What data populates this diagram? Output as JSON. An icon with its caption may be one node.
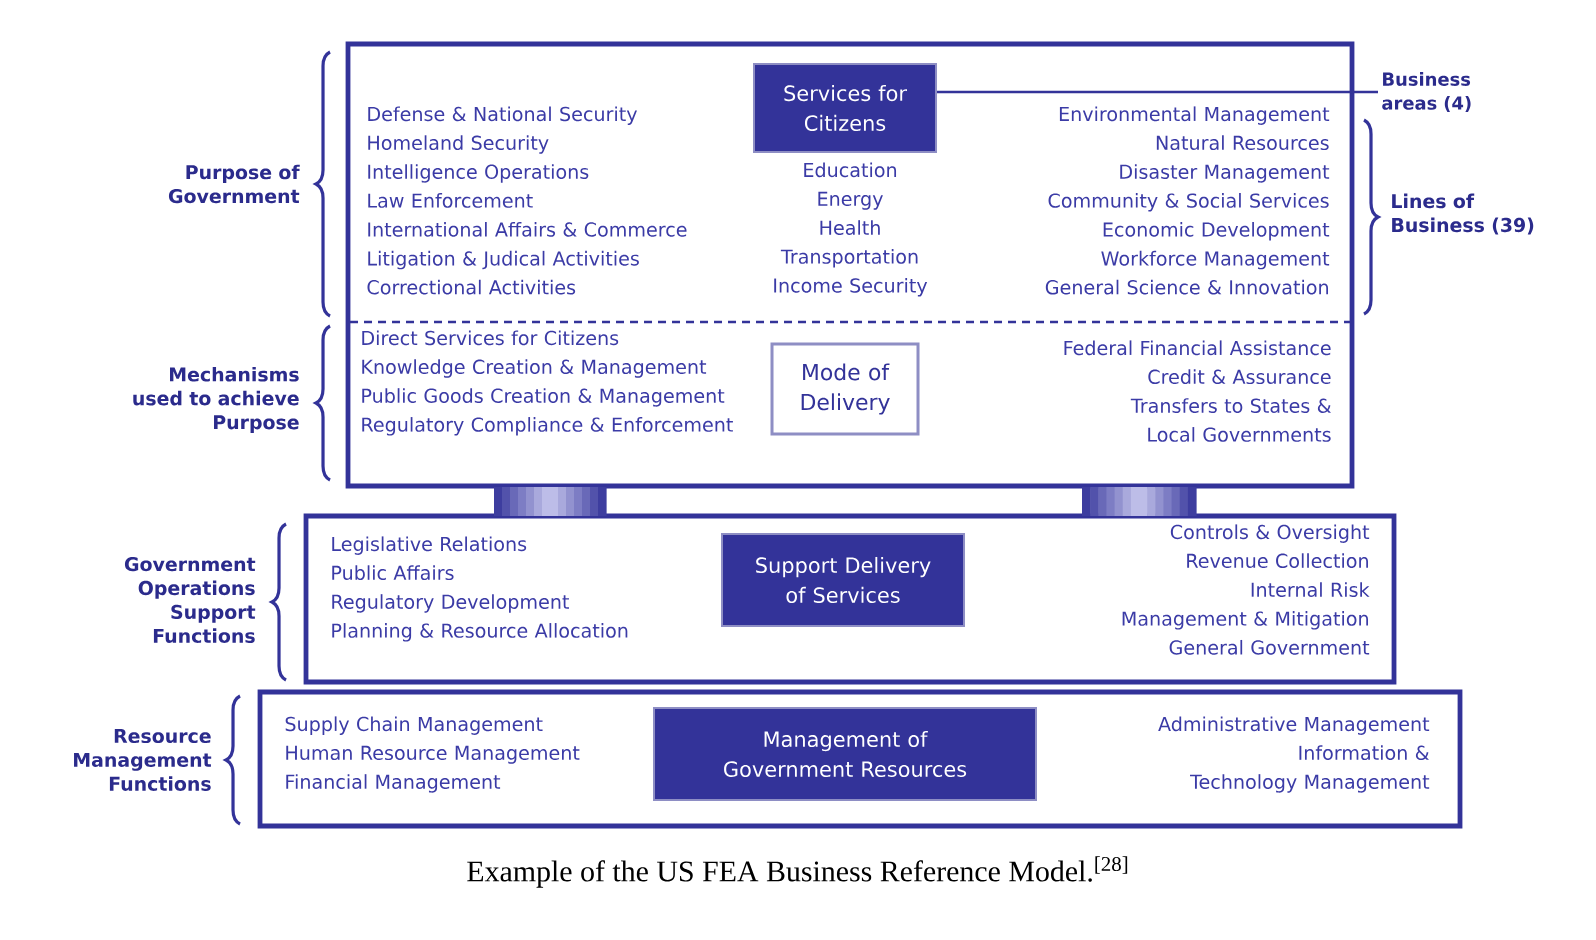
{
  "diagram": {
    "caption": "Example of the US FEA Business Reference Model.$^{[28]}$",
    "nodes": [
      {
        "text": [],
        "shape": "box"
      },
      {
        "text": [
          "Services for Citizens"
        ],
        "in": 0
      },
      {
        "text": [
          "Mode of Delivery"
        ],
        "in": 0
      },
      {
        "text": [],
        "shape": "box"
      },
      {
        "text": [
          "Support Delivery of Services"
        ],
        "in": 3
      },
      {
        "text": [],
        "shape": "box"
      },
      {
        "text": [
          "Management of Government Resources"
        ],
        "in": 5
      },
      {
        "text": [
          "Business areas (4)"
        ]
      }
    ],
    "edges": [
      {
        "from": 1,
        "to": 7,
        "arrow": "none"
      }
    ],
    "labels": [
      "Purpose of Government",
      "Defense & National Security",
      "Homeland Security",
      "Intelligence Operations",
      "Law Enforcement",
      "International Affairs & Commerce",
      "Litigation & Judical Activities",
      "Correctional Activities",
      "Education",
      "Energy",
      "Health",
      "Transportation",
      "Income Security",
      "Environmental Management",
      "Natural Resources",
      "Disaster Management",
      "Community & Social Services",
      "Economic Development",
      "Workforce Management",
      "General Science & Innovation",
      "Lines of Business (39)",
      "Mechanisms used to achieve Purpose",
      "Direct Services for Citizens",
      "Knowledge Creation & Management",
      "Public Goods Creation & Management",
      "Regulatory Compliance & Enforcement",
      "Federal Financial Assistance",
      "Credit & Assurance",
      "Transfers to States & Local Governments",
      "Government Operations Support Functions",
      "Legislative Relations",
      "Public Affairs",
      "Regulatory Development",
      "Planning & Resource Allocation",
      "Controls & Oversight",
      "Revenue Collection",
      "Internal Risk Management & Mitigation",
      "General Government",
      "Resource Management Functions",
      "Supply Chain Management",
      "Human Resource Management",
      "Financial Management",
      "Administrative Management",
      "Information & Technology Management"
    ]
  }
}
